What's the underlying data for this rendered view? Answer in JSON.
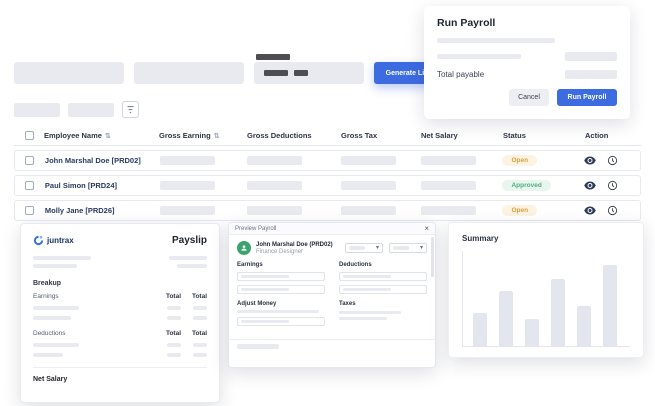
{
  "colors": {
    "accent_blue": "#3d6be0",
    "status_open_text": "#dd9d3e",
    "status_open_bg": "#fdf3e1",
    "status_approved_text": "#4fae7f",
    "status_approved_bg": "#e8f6ee",
    "skeleton": "#e9eaf0",
    "brand_blue": "#2f6fe4",
    "avatar_green": "#3ba46c"
  },
  "icons": {
    "sort": "⇅",
    "close": "×",
    "chevron_down": "▾"
  },
  "toolbar": {
    "generate_list_label": "Generate List"
  },
  "modal": {
    "title": "Run Payroll",
    "total_payable_label": "Total payable",
    "cancel_label": "Cancel",
    "run_label": "Run Payroll"
  },
  "table": {
    "headers": [
      "Employee Name",
      "Gross Earning",
      "Gross Deductions",
      "Gross Tax",
      "Net Salary",
      "Status",
      "Action"
    ],
    "rows": [
      {
        "name": "John Marshal Doe  [PRD02]",
        "status": "Open",
        "status_type": "open"
      },
      {
        "name": "Paul Simon [PRD24]",
        "status": "Approved",
        "status_type": "approved"
      },
      {
        "name": "Molly Jane [PRD26]",
        "status": "Open",
        "status_type": "open"
      }
    ]
  },
  "payslip": {
    "brand": "juntrax",
    "title": "Payslip",
    "breakup_label": "Breakup",
    "earnings_label": "Earnings",
    "deductions_label": "Deductions",
    "total_label": "Total",
    "net_salary_label": "Net Salary"
  },
  "preview": {
    "title": "Preview Payroll",
    "employee_name": "John Marshal Doe (PRD02)",
    "employee_role": "Finance Designer",
    "earnings_label": "Earnings",
    "deductions_label": "Deductions",
    "adjust_money_label": "Adjust Money",
    "taxes_label": "Taxes"
  },
  "summary": {
    "title": "Summary"
  },
  "chart_data": {
    "type": "bar",
    "title": "Summary",
    "categories": [
      "",
      "",
      "",
      "",
      "",
      ""
    ],
    "values": [
      35,
      58,
      28,
      70,
      42,
      85
    ],
    "xlabel": "",
    "ylabel": "",
    "ylim": [
      0,
      100
    ],
    "grid": false,
    "legend": false
  }
}
